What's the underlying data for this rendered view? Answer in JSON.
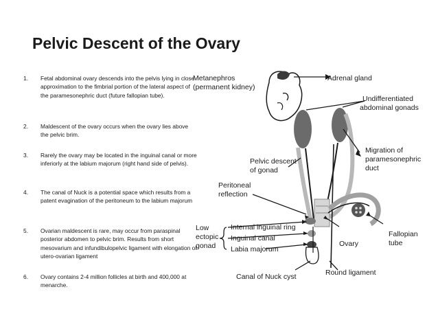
{
  "title": "Pelvic Descent of the Ovary",
  "points": [
    {
      "num": "1.",
      "text": "Fetal abdominal ovary descends into the pelvis lying in close approximation to the fimbrial portion of the lateral aspect of the paramesonephric duct (future fallopian tube)."
    },
    {
      "num": "2.",
      "text": "Maldescent of the ovary occurs when the ovary lies above the pelvic brim."
    },
    {
      "num": "3.",
      "text": "Rarely the ovary may be located in the inguinal canal or more inferiorly at the labium majorum (right hand side of pelvis)."
    },
    {
      "num": "4.",
      "text": "The canal of Nuck is a potential space which results from a patent evagination of the peritoneum to the labium majorum"
    },
    {
      "num": "5.",
      "text": "Ovarian maldescent is rare, may occur from paraspinal posterior abdomen to pelvic brim. Results from short mesovarium and infundibulopelvic ligament with elongation of utero-ovarian ligament"
    },
    {
      "num": "6.",
      "text": "Ovary contains 2-4 million follicles at birth and 400,000 at menarche."
    }
  ],
  "diagram": {
    "metanephros_1": "Metanephros",
    "metanephros_2": "(permanent kidney)",
    "adrenal": "Adrenal gland",
    "undiff_1": "Undifferentiated",
    "undiff_2": "abdominal gonads",
    "migration_1": "Migration of",
    "migration_2": "paramesonephric",
    "migration_3": "duct",
    "pelvic_1": "Pelvic descent",
    "pelvic_2": "of gonad",
    "peritoneal_1": "Peritoneal",
    "peritoneal_2": "reflection",
    "low_1": "Low",
    "low_2": "ectopic",
    "low_3": "gonad",
    "internal_ring": "Internal inguinal ring",
    "inguinal_canal": "Inguinal canal",
    "labia": "Labia majorum",
    "ovary": "Ovary",
    "fallopian_1": "Fallopian",
    "fallopian_2": "tube",
    "nuck": "Canal of Nuck cyst",
    "round": "Round ligament"
  }
}
